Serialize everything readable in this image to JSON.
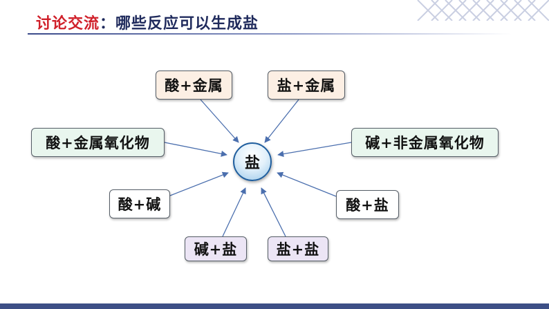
{
  "header": {
    "title_highlight": "讨论交流",
    "title_rest": "：哪些反应可以生成盐"
  },
  "center": {
    "label": "盐"
  },
  "nodes": [
    {
      "id": "acid-metal",
      "label": "酸+金属"
    },
    {
      "id": "salt-metal",
      "label": "盐+金属"
    },
    {
      "id": "acid-metal-oxide",
      "label": "酸+金属氧化物"
    },
    {
      "id": "base-nonmetal-oxide",
      "label": "碱+非金属氧化物"
    },
    {
      "id": "acid-base",
      "label": "酸+碱"
    },
    {
      "id": "acid-salt",
      "label": "酸+盐"
    },
    {
      "id": "base-salt",
      "label": "碱+盐"
    },
    {
      "id": "salt-salt",
      "label": "盐+盐"
    }
  ],
  "colors": {
    "title_highlight": "#d0202a",
    "title_rest": "#1f2a5c",
    "arrow": "#4b6fae",
    "center_border": "#1f5e9e",
    "peach_fill": "#fcefe4",
    "green_fill": "#e9f6ee",
    "purple_fill": "#ece5f5",
    "footer_bar": "#3d4f86"
  }
}
